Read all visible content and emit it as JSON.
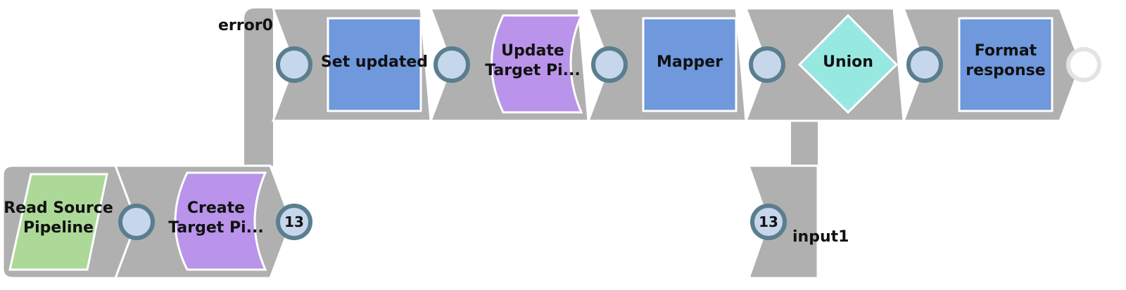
{
  "colors": {
    "track": "#b0b0b0",
    "blue_snap": "#6f98dd",
    "purple_snap": "#b994ea",
    "green_snap": "#acd997",
    "union_snap": "#98e8e2",
    "port_ring": "#5a7e8e",
    "port_fill": "#c6d7ec",
    "open_port_ring": "#e3e3e3"
  },
  "diagram": {
    "top_row": [
      {
        "id": "set-updated",
        "shape": "square",
        "color": "blue_snap",
        "label": [
          "Set updated"
        ]
      },
      {
        "id": "update-target",
        "shape": "bowtie",
        "color": "purple_snap",
        "label": [
          "Update",
          "Target Pi..."
        ]
      },
      {
        "id": "mapper",
        "shape": "square",
        "color": "blue_snap",
        "label": [
          "Mapper"
        ]
      },
      {
        "id": "union",
        "shape": "diamond",
        "color": "union_snap",
        "label": [
          "Union"
        ]
      },
      {
        "id": "format-response",
        "shape": "square",
        "color": "blue_snap",
        "label": [
          "Format",
          "response"
        ]
      }
    ],
    "bottom_row": [
      {
        "id": "read-source",
        "shape": "parallelogram",
        "color": "green_snap",
        "label": [
          "Read Source",
          "Pipeline"
        ]
      },
      {
        "id": "create-target",
        "shape": "bowtie",
        "color": "purple_snap",
        "label": [
          "Create",
          "Target Pi..."
        ]
      }
    ],
    "ports": {
      "error_label": "error0",
      "input_label": "input1",
      "create_output_count": "13",
      "union_input_count": "13"
    }
  }
}
